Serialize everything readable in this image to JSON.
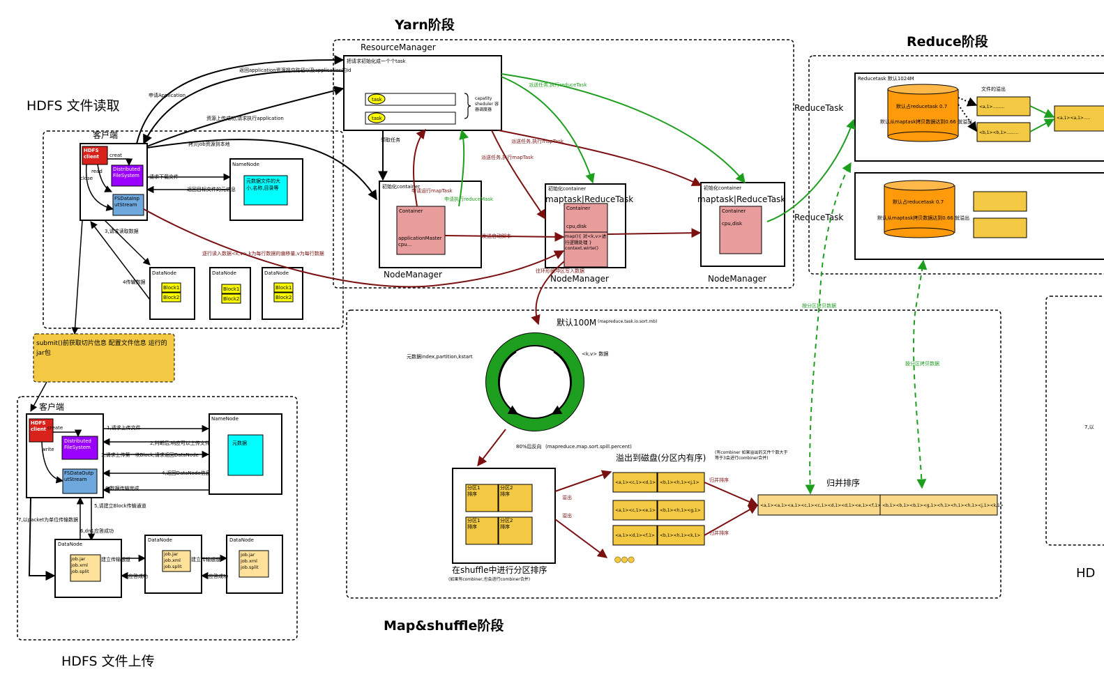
{
  "titles": {
    "yarn": "Yarn阶段",
    "reduce": "Reduce阶段",
    "hdfs_read": "HDFS 文件读取",
    "hdfs_upload": "HDFS 文件上传",
    "map_shuffle": "Map&shuffle阶段",
    "right_cut_title": "归并",
    "right_cut_hd": "HD",
    "right_cut_note": "7,以"
  },
  "hdfs_read": {
    "client_label": "客户端",
    "hdfs_client": "HDFS client",
    "creat": "creat",
    "read": "read",
    "close": "close",
    "dfs": "Distributed FileSystem",
    "fsin": "FSDataInputStream",
    "namenode": "NameNode",
    "nn_meta": "元数据文件的大小,名称,目录等",
    "req_download": "请求下载文件",
    "ret_meta": "返回目标文件的元信息",
    "req_read": "3,请求读取数据",
    "transfer": "4传输数据",
    "datanode": "DataNode",
    "block1": "Block1",
    "block2": "Block2",
    "submit_note": "submit()前获取切片信息 配置文件信息 运行的jar包"
  },
  "hdfs_upload": {
    "client_label": "客户端",
    "hdfs_client": "HDFS client",
    "create": "create",
    "write": "write",
    "dfs": "Distributed FileSystem",
    "fsout": "FSDataOutputStream",
    "namenode": "NameNode",
    "nn_meta": "元数据",
    "s1": "1,请求上传文件",
    "s2": "2,判断后,响应可以上传文件",
    "s3": "3,请求上传第一块Block,请求返回DataNode",
    "s4": "4,返回DataNode信息",
    "s5": "5,请建立Block传输通道",
    "s6": "6,dn1应答成功",
    "s7": "7,以packet为单位传输数据",
    "s8": "8,数据传输完成",
    "datanode": "DataNode",
    "job_files": "job.jar job.xml job.split",
    "build_channel": "建立传输通道",
    "ack": "应答成功"
  },
  "yarn": {
    "rm": "ResourceManager",
    "rm_note": "把请求初始化成一个个task",
    "task": "task",
    "scheduler": "capatity sheduler 容器调度器",
    "apply_app": "申请Application",
    "ret_path": "返回application资源提交路径以及application的id",
    "upload_done": "资源上传成功,请求执行application",
    "copy_job": "拷贝job资源到本地",
    "fetch_task": "领取任务",
    "init_container": "初始化container",
    "container": "Container",
    "app_master": "applicationMaster cpu...",
    "req_maptask": "申请运行mapTask",
    "req_reducetask": "申请执行reduceMask",
    "send_maptask": "派送任务,执行mapTask",
    "send_reducetask": "派送任务,执行reduceTask",
    "launch_script": "发送启动脚本",
    "maptask_title": "maptask|ReduceTask",
    "cpu_disk": "cpu,disk",
    "map_code": "map(){ 对<k,v>进行逻辑处理 } context.wirte()",
    "read_input": "逐行读入数据<k,v>,k为每行数据的偏移量,v为每行数据",
    "write_buffer": "往环形缓冲区写入数据",
    "node_manager": "NodeManager"
  },
  "shuffle": {
    "default_size": "默认100M",
    "size_param": "(mapreduce.task.io.sort.mb)",
    "meta_label": "元数据index,partition,kstart",
    "kv_label": "<k,v> 数据",
    "spill_percent": "80%后反向",
    "spill_param": "(mapreduce.map.sort.spill.percent)",
    "p1": "分区1 排序",
    "p2": "分区2 排序",
    "spill_disk": "溢出到磁盘(分区内有序)",
    "combiner_note": "(有combiner 如果溢出的文件个数大于等于3会进行combiner合并)",
    "spill": "溢出",
    "merge_sort": "归并排序",
    "partition_sort": "在shuffle中进行分区排序",
    "partition_note": "(如果有combiner,也会进行combiner合并)",
    "merge_title": "归并排序",
    "r1a": "<a,1><c,1><d,1>",
    "r1b": "<b,1><h,1><j,1>",
    "r2a": "<a,1><c,1><e,1>",
    "r2b": "<b,1><h,1><g,1>",
    "r3a": "<a,1><d,1><f,1>",
    "r3b": "<b,1><h,1><k,1>",
    "merged_a": "<a,1><a,1><a,1><c,1><c,1><d,1><d,1><e,1><f,1>",
    "merged_b": "<b,1><b,1><b,1><g,1><h,1><h,1><h,1><j,1><k,1>",
    "dots": "●●●"
  },
  "reduce": {
    "reducetask": "ReduceTask",
    "reducetask_mem": "Reducetask 默认1024M",
    "mem_note": "默认占reducetask 0.7",
    "copy_note": "默认从maptask拷贝数据达到0.66 就溢出",
    "spill_file": "文件的溢出",
    "out1": "<a,1>.........",
    "out2": "<b,1><b,1>.........",
    "merged": "<a,1><a,1>.....",
    "copy_by_partition": "按分区拷贝数据"
  },
  "colors": {
    "dark_red": "#7a1010",
    "green": "#1e9e1e",
    "yellow_box": "#f3c842",
    "pink": "#e89c9c",
    "orange": "#ff9a0a",
    "purple": "#9a00ff",
    "blue": "#6fa8dc",
    "cyan": "#00ffff",
    "red": "#d9221c"
  }
}
